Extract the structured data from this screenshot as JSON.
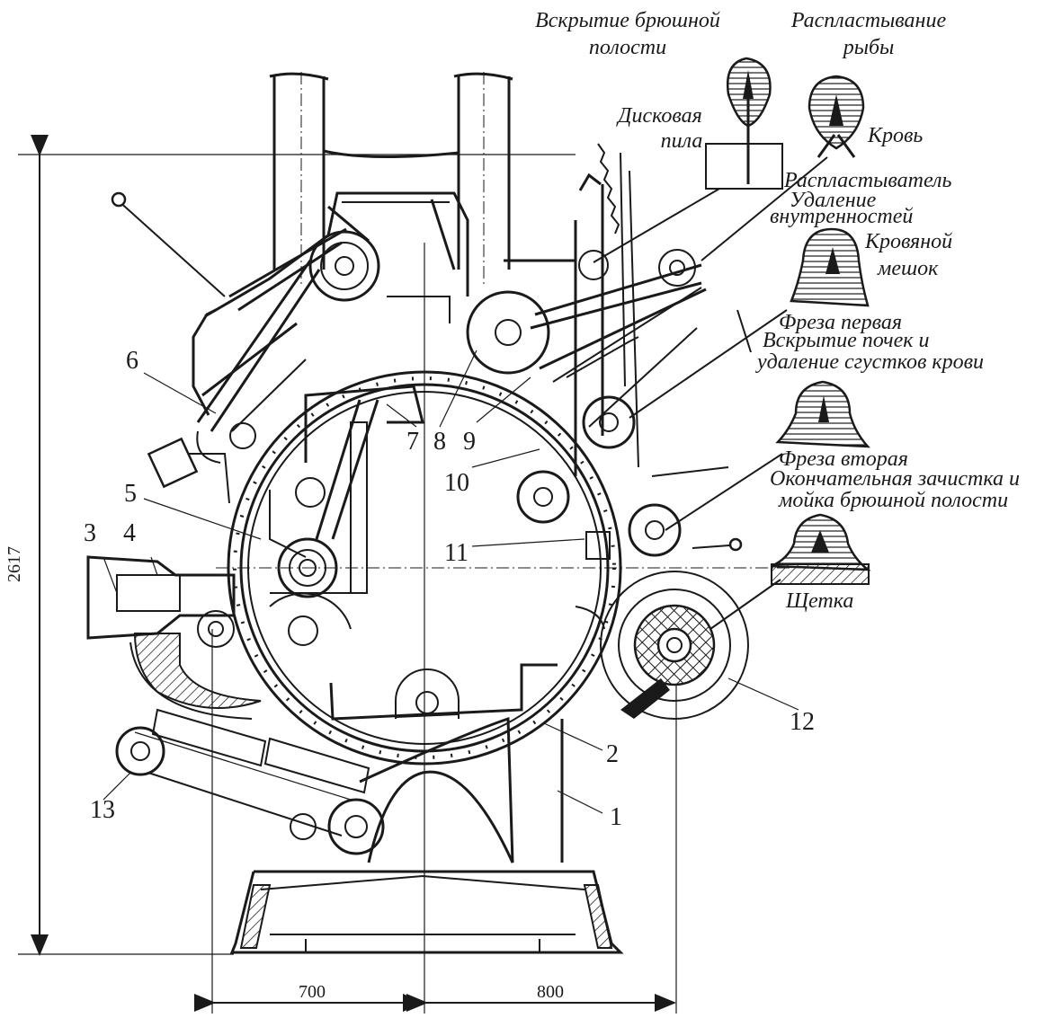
{
  "diagram": {
    "callout_numbers": [
      "1",
      "2",
      "3",
      "4",
      "5",
      "6",
      "7",
      "8",
      "9",
      "10",
      "11",
      "12",
      "13"
    ],
    "dimensions": {
      "height": "2617",
      "left_width": "700",
      "right_width": "800"
    },
    "operations": {
      "belly_opening": {
        "title": "Вскрытие брюшной полости",
        "title_line1": "Вскрытие брюшной",
        "title_line2": "полости",
        "tool_line1": "Дисковая",
        "tool_line2": "пила"
      },
      "splitting": {
        "title_line1": "Распластывание",
        "title_line2": "рыбы",
        "blood_label": "Кровь"
      },
      "splitter": {
        "label": "Распластыватель",
        "sub_line1": "Удаление",
        "sub_line2": "внутренностей"
      },
      "blood_sac": {
        "label_line1": "Кровяной",
        "label_line2": "мешок"
      },
      "mill_first": {
        "label": "Фреза первая",
        "desc_line1": "Вскрытие почек и",
        "desc_line2": "удаление сгустков крови"
      },
      "mill_second": {
        "label": "Фреза вторая",
        "desc_line1": "Окончательная зачистка и",
        "desc_line2": "мойка брюшной полости"
      },
      "brush": {
        "label": "Щетка"
      }
    }
  }
}
